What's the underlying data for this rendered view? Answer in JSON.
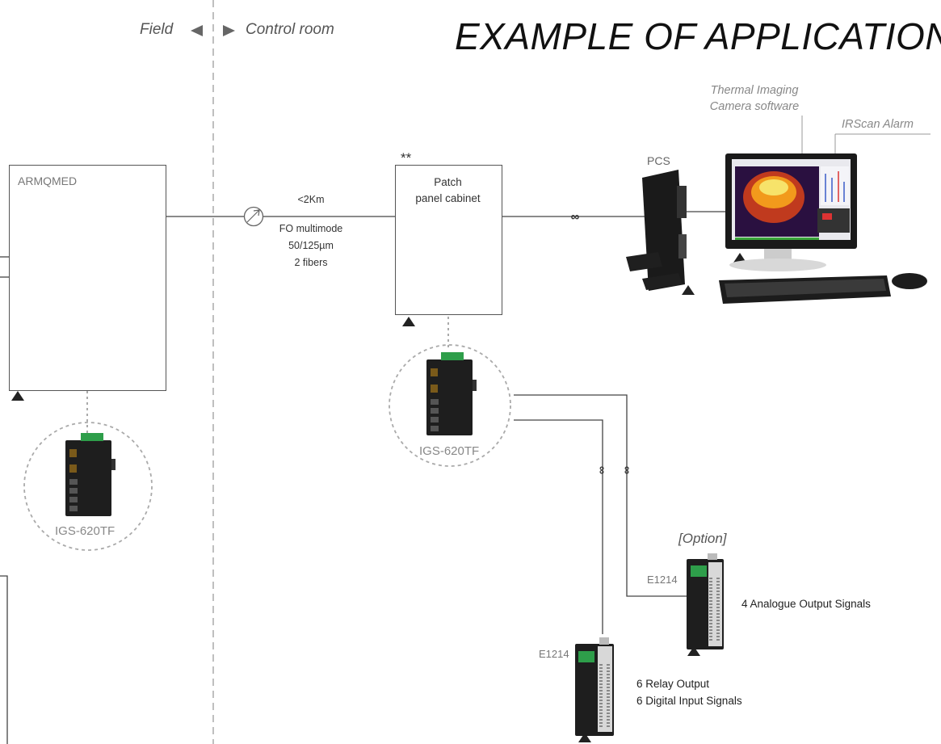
{
  "title": "EXAMPLE OF APPLICATION",
  "zones": {
    "field": "Field",
    "control_room": "Control room"
  },
  "armqmed": {
    "label": "ARMQMED",
    "switch_label": "IGS-620TF"
  },
  "fiber": {
    "distance": "<2Km",
    "type": "FO multimode",
    "spec": "50/125µm",
    "count": "2 fibers"
  },
  "patch_panel": {
    "marker": "**",
    "line1": "Patch",
    "line2": "panel cabinet",
    "switch_label": "IGS-620TF"
  },
  "pcs": {
    "label": "PCS",
    "thermal_software_line1": "Thermal Imaging",
    "thermal_software_line2": "Camera software",
    "alarm": "IRScan Alarm"
  },
  "io_modules": {
    "option": "[Option]",
    "analog": {
      "model": "E1214",
      "desc": "4 Analogue Output Signals"
    },
    "relay": {
      "model": "E1214",
      "desc_line1": "6 Relay Output",
      "desc_line2": "6 Digital Input Signals"
    }
  },
  "colors": {
    "line": "#444444",
    "dashed": "#aaaaaa",
    "device": "#222222",
    "switch_green": "#2e9e4a"
  }
}
